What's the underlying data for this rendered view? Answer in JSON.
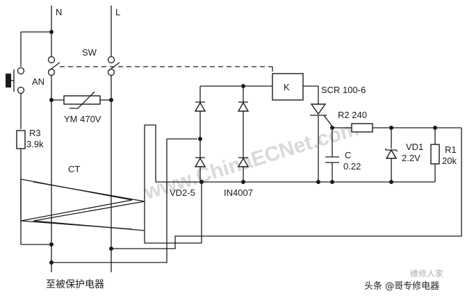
{
  "labels": {
    "n": "N",
    "l": "L",
    "sw": "SW",
    "an": "AN",
    "ym": "YM  470V",
    "r3_name": "R3",
    "r3_value": "3.9k",
    "ct": "CT",
    "k": "K",
    "scr": "SCR  100-6",
    "r2": "R2  240",
    "c_name": "C",
    "c_value": "0.22",
    "vd1_name": "VD1",
    "vd1_value": "2.2V",
    "r1_name": "R1",
    "r1_value": "20k",
    "vd25": "VD2-5",
    "in4007": "IN4007",
    "output": "至被保护电器"
  },
  "watermark": "www.ChinaECNet.com",
  "credit": "头条 @哥专修电器",
  "credit_faint": "维修人家",
  "colors": {
    "line": "#1a1a1a",
    "watermark": "#d9d9d9"
  }
}
